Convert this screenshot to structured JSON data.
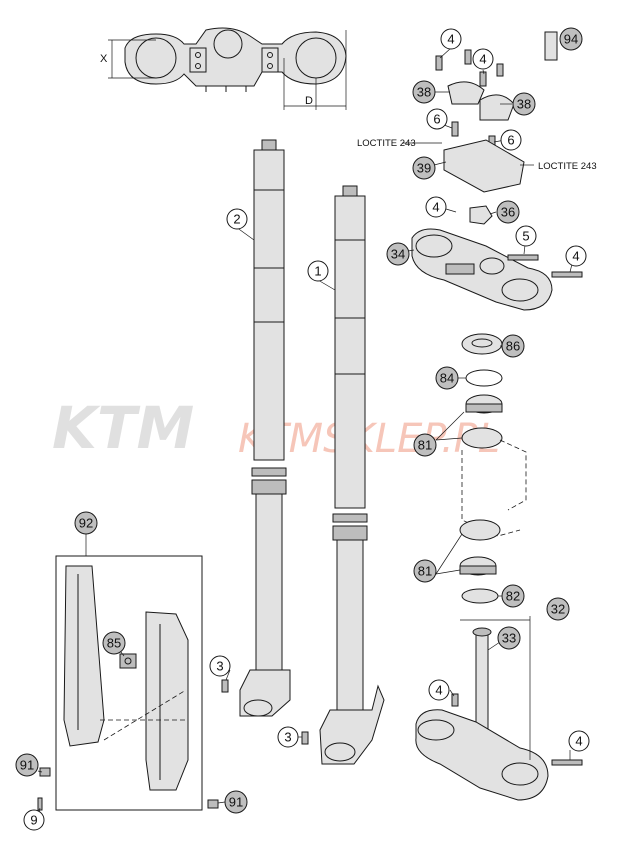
{
  "watermark": {
    "brand": "KTM",
    "site": "KTMSKLEP.PL"
  },
  "dimension_labels": {
    "x": "X",
    "d": "D"
  },
  "notes": {
    "loctite_left": "LOCTITE 243",
    "loctite_right": "LOCTITE 243"
  },
  "callouts": [
    {
      "id": "c94",
      "label": "94",
      "filled": true
    },
    {
      "id": "c4a",
      "label": "4",
      "filled": false
    },
    {
      "id": "c4b",
      "label": "4",
      "filled": false
    },
    {
      "id": "c38a",
      "label": "38",
      "filled": true
    },
    {
      "id": "c38b",
      "label": "38",
      "filled": true
    },
    {
      "id": "c6a",
      "label": "6",
      "filled": false
    },
    {
      "id": "c6b",
      "label": "6",
      "filled": false
    },
    {
      "id": "c39",
      "label": "39",
      "filled": true
    },
    {
      "id": "c4c",
      "label": "4",
      "filled": false
    },
    {
      "id": "c36",
      "label": "36",
      "filled": true
    },
    {
      "id": "c5",
      "label": "5",
      "filled": false
    },
    {
      "id": "c34",
      "label": "34",
      "filled": true
    },
    {
      "id": "c4d",
      "label": "4",
      "filled": false
    },
    {
      "id": "c86",
      "label": "86",
      "filled": true
    },
    {
      "id": "c84",
      "label": "84",
      "filled": true
    },
    {
      "id": "c81a",
      "label": "81",
      "filled": true
    },
    {
      "id": "c81b",
      "label": "81",
      "filled": true
    },
    {
      "id": "c82",
      "label": "82",
      "filled": true
    },
    {
      "id": "c32",
      "label": "32",
      "filled": true
    },
    {
      "id": "c33",
      "label": "33",
      "filled": true
    },
    {
      "id": "c4e",
      "label": "4",
      "filled": false
    },
    {
      "id": "c4f",
      "label": "4",
      "filled": false
    },
    {
      "id": "c2",
      "label": "2",
      "filled": false
    },
    {
      "id": "c1",
      "label": "1",
      "filled": false
    },
    {
      "id": "c92",
      "label": "92",
      "filled": true
    },
    {
      "id": "c85",
      "label": "85",
      "filled": true
    },
    {
      "id": "c3a",
      "label": "3",
      "filled": false
    },
    {
      "id": "c3b",
      "label": "3",
      "filled": false
    },
    {
      "id": "c91a",
      "label": "91",
      "filled": true
    },
    {
      "id": "c91b",
      "label": "91",
      "filled": true
    },
    {
      "id": "c9",
      "label": "9",
      "filled": false
    }
  ]
}
